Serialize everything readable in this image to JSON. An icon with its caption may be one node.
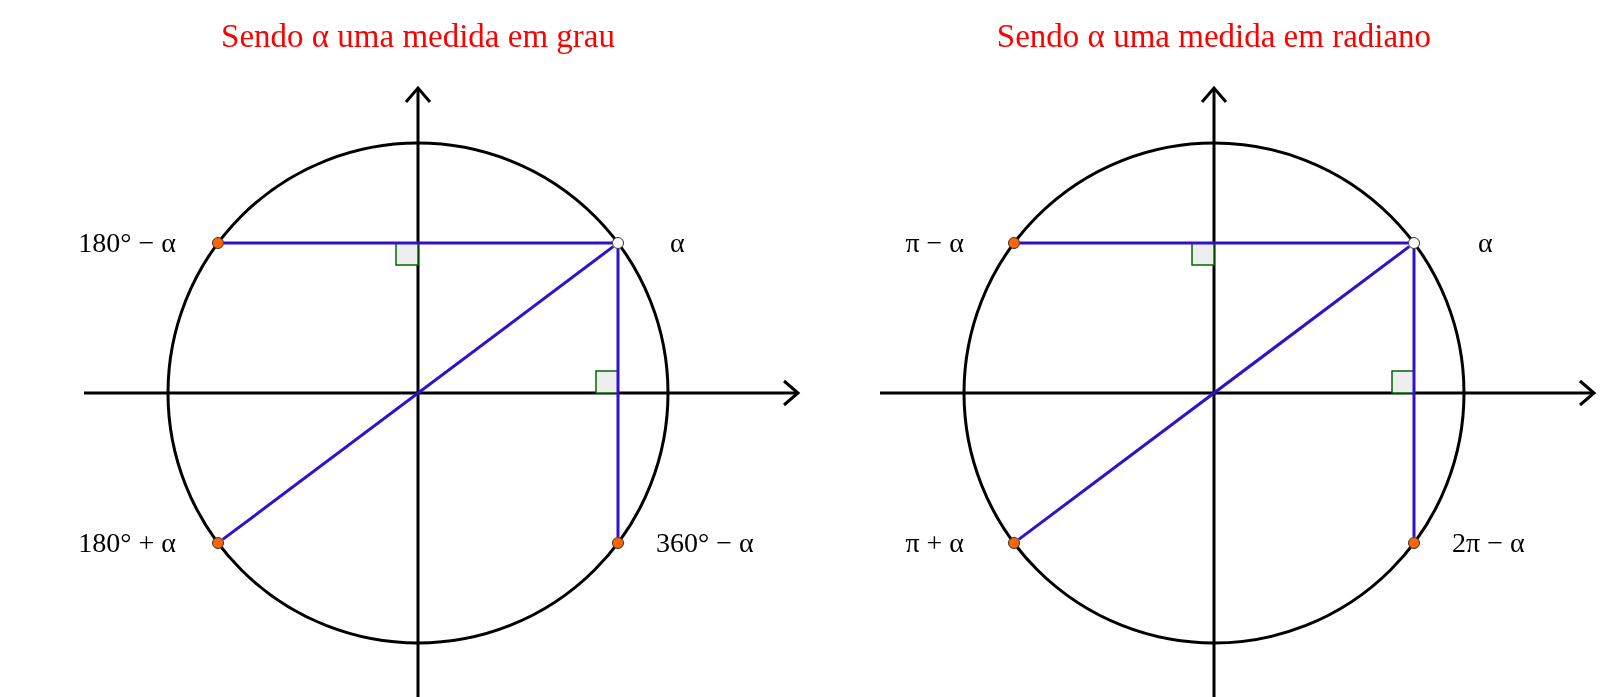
{
  "diagram": {
    "nodes": [
      {
        "text": [],
        "shape": "circle",
        "beside": [
          "180° − α"
        ]
      },
      {
        "text": [],
        "shape": "circle",
        "beside": [
          "α"
        ]
      },
      {
        "text": [],
        "shape": "circle",
        "beside": [
          "180° + α"
        ]
      },
      {
        "text": [],
        "shape": "circle",
        "beside": [
          "360° − α"
        ]
      },
      {
        "text": [],
        "shape": "circle",
        "beside": [
          "π − α"
        ]
      },
      {
        "text": [],
        "shape": "circle",
        "beside": [
          "α"
        ]
      },
      {
        "text": [],
        "shape": "circle",
        "beside": [
          "π + α"
        ]
      },
      {
        "text": [],
        "shape": "circle",
        "beside": [
          "2π − α"
        ]
      }
    ],
    "edges": [
      {
        "from": 0,
        "to": 1,
        "arrow": "none"
      },
      {
        "from": 1,
        "to": 3,
        "arrow": "none"
      },
      {
        "from": 1,
        "to": 2,
        "arrow": "none"
      },
      {
        "from": 4,
        "to": 5,
        "arrow": "none"
      },
      {
        "from": 5,
        "to": 7,
        "arrow": "none"
      },
      {
        "from": 5,
        "to": 6,
        "arrow": "none"
      }
    ],
    "labels": [
      "Sendo α uma medida em grau",
      "Sendo α uma medida em radiano"
    ]
  }
}
